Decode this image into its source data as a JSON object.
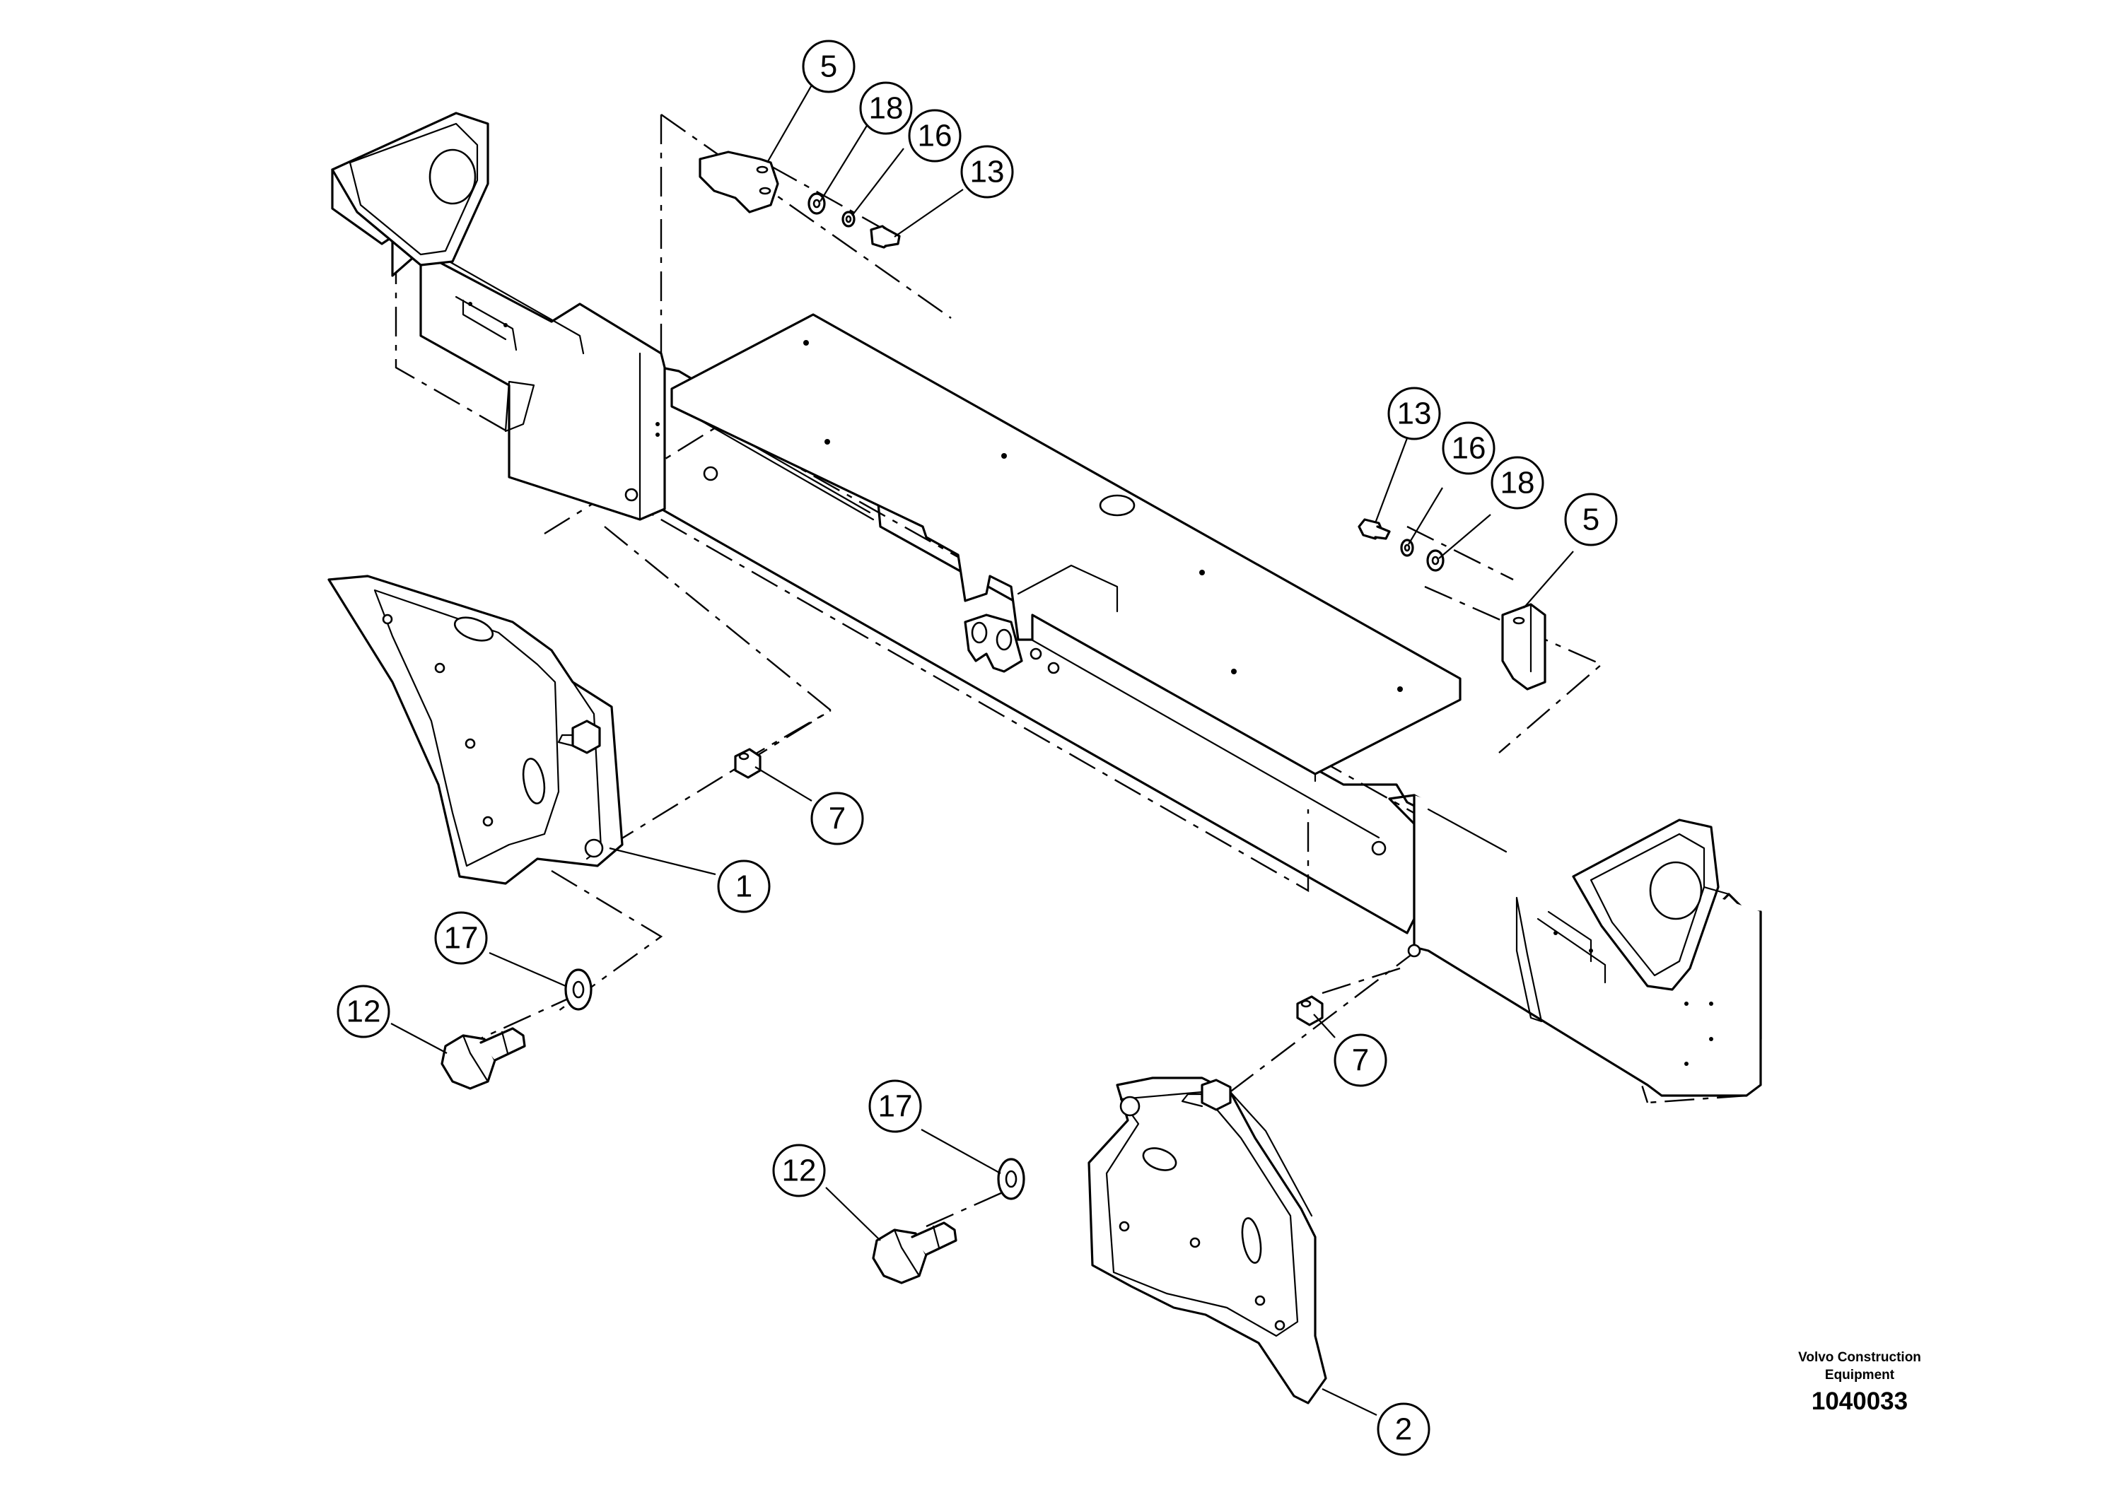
{
  "drawing": {
    "callouts": [
      "5",
      "18",
      "16",
      "13",
      "13",
      "16",
      "18",
      "5",
      "7",
      "1",
      "17",
      "12",
      "7",
      "17",
      "12",
      "2"
    ]
  },
  "footer": {
    "brand_line1": "Volvo Construction",
    "brand_line2": "Equipment",
    "drawing_number": "1040033"
  }
}
